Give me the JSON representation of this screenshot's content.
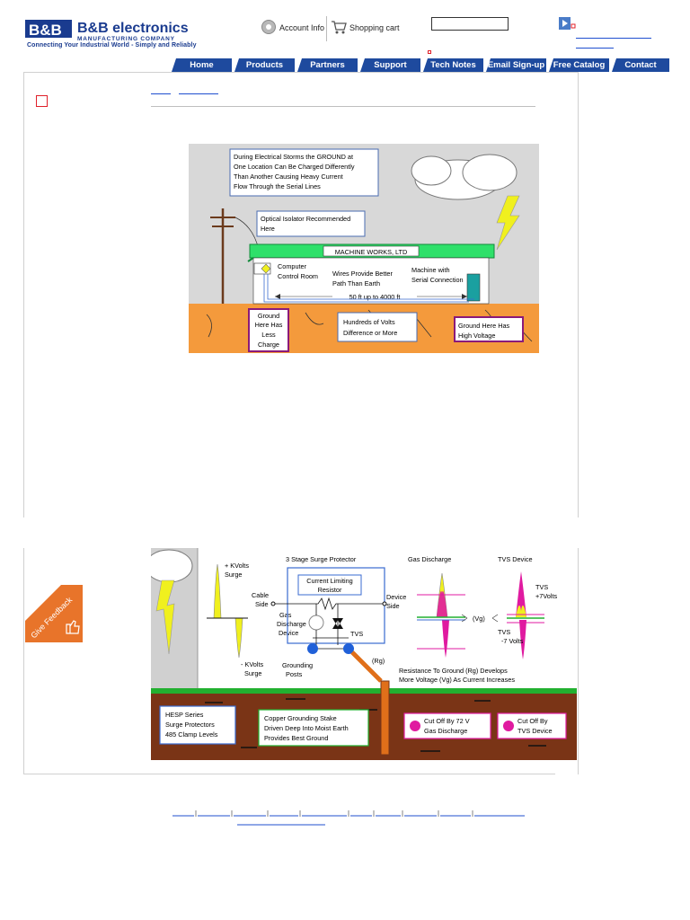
{
  "header": {
    "logo_name": "B&B electronics",
    "logo_sub": "MANUFACTURING COMPANY",
    "tagline": "Connecting Your Industrial World - Simply and Reliably",
    "account_label": "Account Info",
    "cart_label": "Shopping cart",
    "search_value": ""
  },
  "nav": {
    "tabs": [
      {
        "label": "Home"
      },
      {
        "label": "Products"
      },
      {
        "label": "Partners"
      },
      {
        "label": "Support"
      },
      {
        "label": "Tech Notes"
      },
      {
        "label": "Email Sign-up"
      },
      {
        "label": "Free Catalog"
      },
      {
        "label": "Contact"
      }
    ]
  },
  "figure1": {
    "storm_note": [
      "During Electrical Storms the GROUND at",
      "One Location Can Be Charged Differently",
      "Than Another Causing Heavy Current",
      "Flow Through the Serial Lines"
    ],
    "isolator_note": [
      "Optical Isolator Recommended",
      "Here"
    ],
    "building_sign": "MACHINE WORKS, LTD",
    "computer_label": [
      "Computer",
      "Control Room"
    ],
    "wires_label": [
      "Wires Provide Better",
      "Path Than Earth"
    ],
    "machine_label": [
      "Machine with",
      "Serial Connection"
    ],
    "distance": "50 ft up to 4000 ft",
    "ground_low": [
      "Ground",
      "Here Has",
      "Less",
      "Charge"
    ],
    "volts_diff": [
      "Hundreds of Volts",
      "Difference or More"
    ],
    "ground_high": [
      "Ground Here Has",
      "High Voltage"
    ]
  },
  "figure2": {
    "kv_plus": [
      "+ KVolts",
      "Surge"
    ],
    "kv_minus": [
      "- KVolts",
      "Surge"
    ],
    "stage_title": "3 Stage Surge Protector",
    "limiting": [
      "Current Limiting",
      "Resistor"
    ],
    "cable_side": [
      "Cable",
      "Side"
    ],
    "device_side": [
      "Device",
      "Side"
    ],
    "gas_device": [
      "Gas",
      "Discharge",
      "Device"
    ],
    "tvs": "TVS",
    "grounding_posts": [
      "Grounding",
      "Posts"
    ],
    "gas_title": "Gas Discharge",
    "tvs_title": "TVS Device",
    "vg": "(Vg)",
    "tvs_plus": [
      "TVS",
      "+7Volts"
    ],
    "tvs_minus": [
      "TVS",
      "-7 Volts"
    ],
    "rg": "(Rg)",
    "resistance_note": [
      "Resistance To Ground (Rg) Develops",
      "More Voltage (Vg) As Current Increases"
    ],
    "hesp": [
      "HESP Series",
      "Surge Protectors",
      "485 Clamp Levels"
    ],
    "stake": [
      "Copper Grounding Stake",
      "Driven Deep Into Moist Earth",
      "Provides Best Ground"
    ],
    "cutoff_gas": [
      "Cut Off By 72 V",
      "Gas Discharge"
    ],
    "cutoff_tvs": [
      "Cut Off By",
      "TVS Device"
    ]
  },
  "feedback": {
    "label": "Give Feedback"
  },
  "colors": {
    "nav_blue": "#1e4a9e",
    "ground_orange": "#f49a3c",
    "soil_brown": "#7a3416",
    "grass_green": "#2fe06a",
    "magenta": "#e01aa0",
    "yellow": "#f0f01e"
  }
}
